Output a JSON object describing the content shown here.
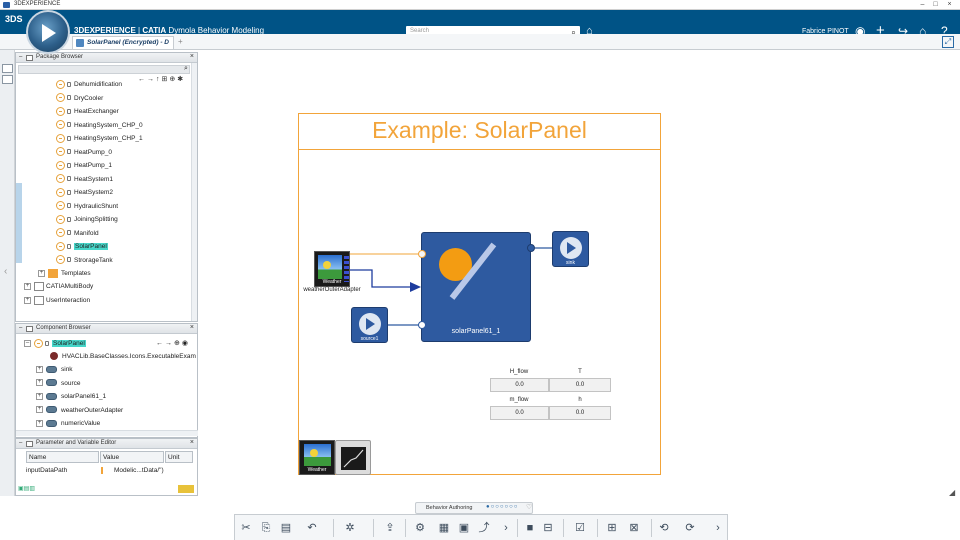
{
  "window": {
    "title": "3DEXPERIENCE",
    "min": "–",
    "max": "□",
    "close": "×"
  },
  "header": {
    "brand_bold": "3DEXPERIENCE",
    "brand_sep": " | ",
    "brand_app_bold": "CATIA",
    "brand_app": " Dymola Behavior Modeling",
    "search_placeholder": "Search",
    "user_name": "Fabrice PINOT",
    "ds_logo": "3DS"
  },
  "tabs": {
    "doc_tab": "SolarPanel (Encrypted) - D",
    "add": "+"
  },
  "package_browser": {
    "title": "Package Browser",
    "items": [
      "Dehumidification",
      "DryCooler",
      "HeatExchanger",
      "HeatingSystem_CHP_0",
      "HeatingSystem_CHP_1",
      "HeatPump_0",
      "HeatPump_1",
      "HeatSystem1",
      "HeatSystem2",
      "HydraulicShunt",
      "JoiningSplitting",
      "Manifold",
      "SolarPanel",
      "StrorageTank"
    ],
    "selected": "SolarPanel",
    "templates": "Templates",
    "multibody": "CATIAMultiBody",
    "userinteraction": "UserInteraction"
  },
  "component_browser": {
    "title": "Component Browser",
    "root": "SolarPanel",
    "class_path": "HVACLib.BaseClasses.Icons.ExecutableExam",
    "items": [
      "sink",
      "source",
      "solarPanel61_1",
      "weatherOuterAdapter",
      "numericValue"
    ]
  },
  "param_editor": {
    "title": "Parameter and Variable Editor",
    "columns": [
      "Name",
      "Value",
      "Unit"
    ],
    "rows": [
      {
        "name": "inputDataPath",
        "value": "Modelic...tData/\")",
        "unit": ""
      }
    ]
  },
  "diagram": {
    "title": "Example: SolarPanel",
    "weather_label": "Weather",
    "adapter_label": "weatherOuterAdapter",
    "panel_label": "solarPanel61_1",
    "source_label": "source1",
    "sink_label": "sink",
    "table": {
      "headers_top": [
        "H_flow",
        "T"
      ],
      "values_top": [
        "0.0",
        "0.0"
      ],
      "headers_bottom": [
        "m_flow",
        "h"
      ],
      "values_bottom": [
        "0.0",
        "0.0"
      ]
    },
    "icon_weather_label": "Weather"
  },
  "bottom": {
    "section_tab": "Behavior Authoring"
  },
  "colors": {
    "header": "#005386",
    "accent": "#f2a43a",
    "block": "#2e5aa0",
    "selection": "#46d6c9"
  }
}
